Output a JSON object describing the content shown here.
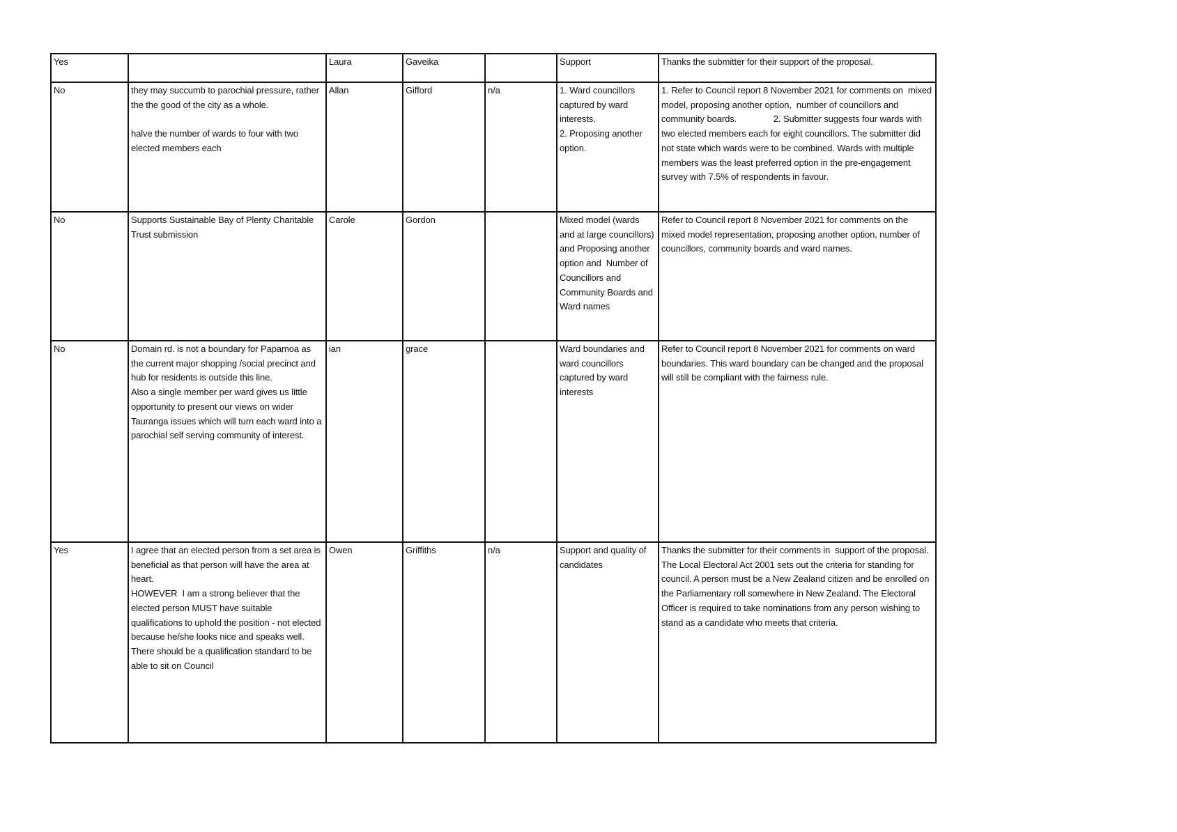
{
  "rows": [
    {
      "position": "Yes",
      "comment": "",
      "first_name": "Laura",
      "last_name": "Gaveika",
      "org": "",
      "theme": "Support",
      "response": "Thanks the submitter for their support of the proposal."
    },
    {
      "position": "No",
      "comment": "they may succumb to parochial pressure, rather the the good of the city as a whole.\n\nhalve the number of wards to four with two elected members each",
      "first_name": "Allan",
      "last_name": "Gifford",
      "org": "n/a",
      "theme": "1. Ward councillors captured by ward interests.\n2. Proposing another option.",
      "response": "1. Refer to Council report 8 November 2021 for comments on  mixed model, proposing another option,  number of councillors and community boards.               2. Submitter suggests four wards with two elected members each for eight councillors. The submitter did not state which wards were to be combined. Wards with multiple members was the least preferred option in the pre-engagement survey with 7.5% of respondents in favour."
    },
    {
      "position": "No",
      "comment": "Supports Sustainable Bay of Plenty Charitable Trust submission",
      "first_name": "Carole",
      "last_name": "Gordon",
      "org": "",
      "theme": "Mixed model (wards and at large councillors)  and Proposing another option and  Number of Councillors and Community Boards and Ward names",
      "response": "Refer to Council report 8 November 2021 for comments on the mixed model representation, proposing another option, number of councillors, community boards and ward names."
    },
    {
      "position": "No",
      "comment": "Domain rd. is not a boundary for Papamoa as the current major shopping /social precinct and hub for residents is outside this line.\nAlso a single member per ward gives us little opportunity to present our views on wider Tauranga issues which will turn each ward into a parochial self serving community of interest.",
      "first_name": "ian",
      "last_name": "grace",
      "org": "",
      "theme": "Ward boundaries and ward councillors captured by ward interests",
      "response": "Refer to Council report 8 November 2021 for comments on ward boundaries. This ward boundary can be changed and the proposal will still be compliant with the fairness rule."
    },
    {
      "position": "Yes",
      "comment": "I agree that an elected person from a set area is beneficial as that person will have the area at heart.\nHOWEVER  I am a strong believer that the elected person MUST have suitable qualifications to uphold the position - not elected because he/she looks nice and speaks well. There should be a qualification standard to be able to sit on Council",
      "first_name": "Owen",
      "last_name": "Griffiths",
      "org": "n/a",
      "theme": "Support and quality of candidates",
      "response": "Thanks the submitter for their comments in  support of the proposal. The Local Electoral Act 2001 sets out the criteria for standing for council. A person must be a New Zealand citizen and be enrolled on the Parliamentary roll somewhere in New Zealand. The Electoral Officer is required to take nominations from any person wishing to stand as a candidate who meets that criteria."
    }
  ]
}
